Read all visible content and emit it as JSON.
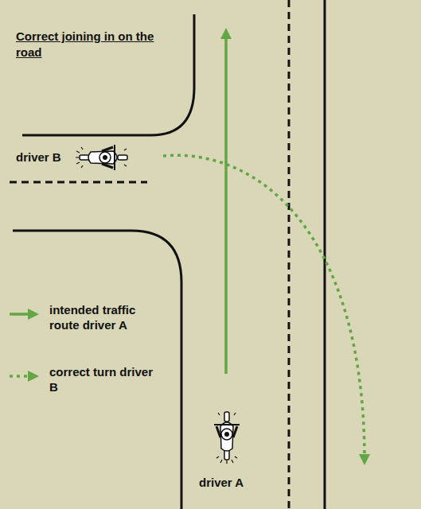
{
  "diagram": {
    "title": "Correct joining in on the road",
    "labels": [
      "driver B",
      "driver A"
    ],
    "legend": [
      {
        "text": "intended traffic route driver A"
      },
      {
        "text": "correct turn driver B"
      }
    ]
  }
}
